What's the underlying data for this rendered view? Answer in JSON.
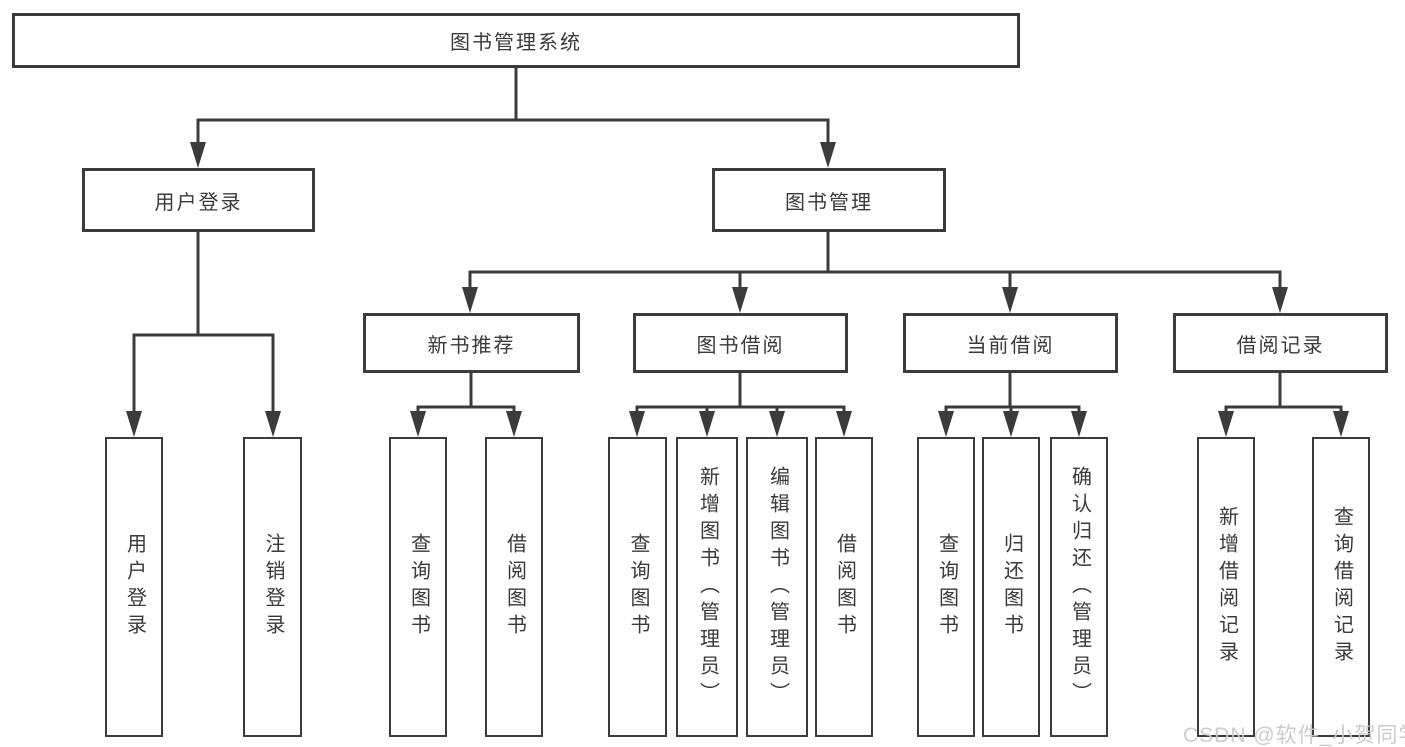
{
  "diagram": {
    "title": "图书管理系统",
    "root": {
      "label": "图书管理系统"
    },
    "branches": [
      {
        "label": "用户登录",
        "children": [
          {
            "label": "用户登录"
          },
          {
            "label": "注销登录"
          }
        ]
      },
      {
        "label": "图书管理",
        "children": [
          {
            "label": "新书推荐",
            "children": [
              {
                "label": "查询图书"
              },
              {
                "label": "借阅图书"
              }
            ]
          },
          {
            "label": "图书借阅",
            "children": [
              {
                "label": "查询图书"
              },
              {
                "label": "新增图书（管理员）"
              },
              {
                "label": "编辑图书（管理员）"
              },
              {
                "label": "借阅图书"
              }
            ]
          },
          {
            "label": "当前借阅",
            "children": [
              {
                "label": "查询图书"
              },
              {
                "label": "归还图书"
              },
              {
                "label": "确认归还（管理员）"
              }
            ]
          },
          {
            "label": "借阅记录",
            "children": [
              {
                "label": "新增借阅记录"
              },
              {
                "label": "查询借阅记录"
              }
            ]
          }
        ]
      }
    ]
  },
  "watermark": {
    "text": "CSDN @软件_小贺同学"
  },
  "colors": {
    "line": "#3b3b3b",
    "text": "#3a3a3a",
    "box_background": "#ffffff",
    "watermark": "#c8c8c8"
  }
}
